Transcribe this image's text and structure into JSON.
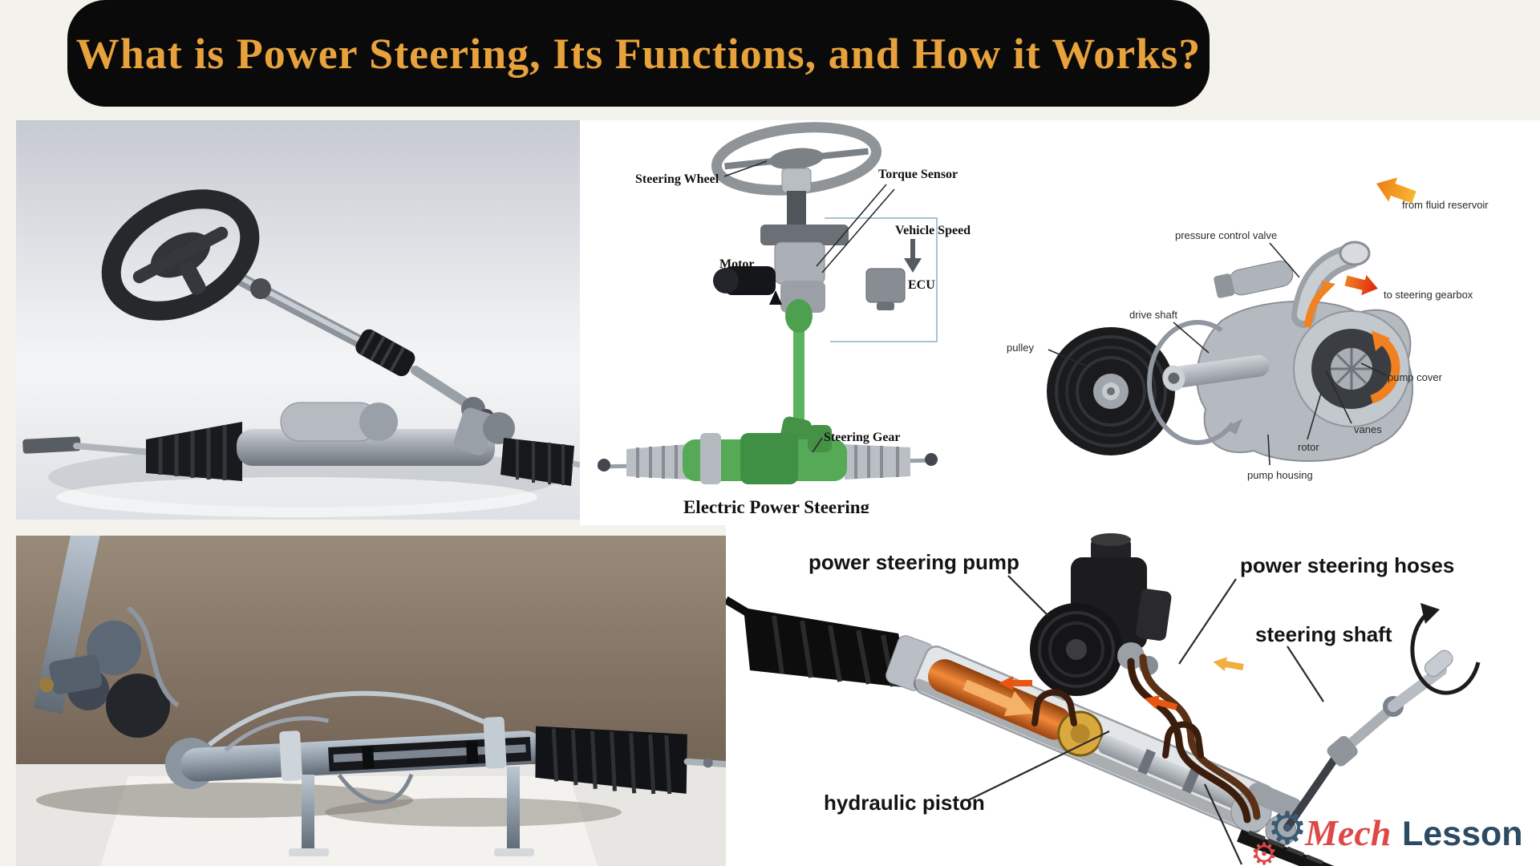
{
  "title": "What is Power Steering, Its Functions, and How it Works?",
  "colors": {
    "banner_bg": "#0a0a0a",
    "title_gold": "#e8a23c",
    "eps_green": "#55a957",
    "arrow_orange": "#f59e1b",
    "arrow_red": "#e23317",
    "hose_brown": "#3b1d0d",
    "logo_red": "#e04848",
    "logo_navy": "#2b4a63"
  },
  "electric_diagram": {
    "labels": {
      "steering_wheel": "Steering Wheel",
      "torque_sensor": "Torque Sensor",
      "vehicle_speed": "Vehicle Speed",
      "motor": "Motor",
      "ecu": "ECU",
      "steering_gear": "Steering Gear"
    },
    "caption": "Electric Power Steering"
  },
  "pump_diagram": {
    "labels": {
      "from_fluid_reservoir": "from fluid reservoir",
      "pressure_control_valve": "pressure control valve",
      "to_steering_gearbox": "to steering gearbox",
      "drive_shaft": "drive shaft",
      "pulley": "pulley",
      "pump_cover": "pump cover",
      "vanes": "vanes",
      "rotor": "rotor",
      "pump_housing": "pump housing"
    }
  },
  "hydraulic_diagram": {
    "labels": {
      "power_steering_pump": "power steering pump",
      "power_steering_hoses": "power steering hoses",
      "steering_shaft": "steering shaft",
      "hydraulic_piston": "hydraulic piston"
    }
  },
  "logo": {
    "mech": "Mech",
    "lesson": "Lesson"
  }
}
